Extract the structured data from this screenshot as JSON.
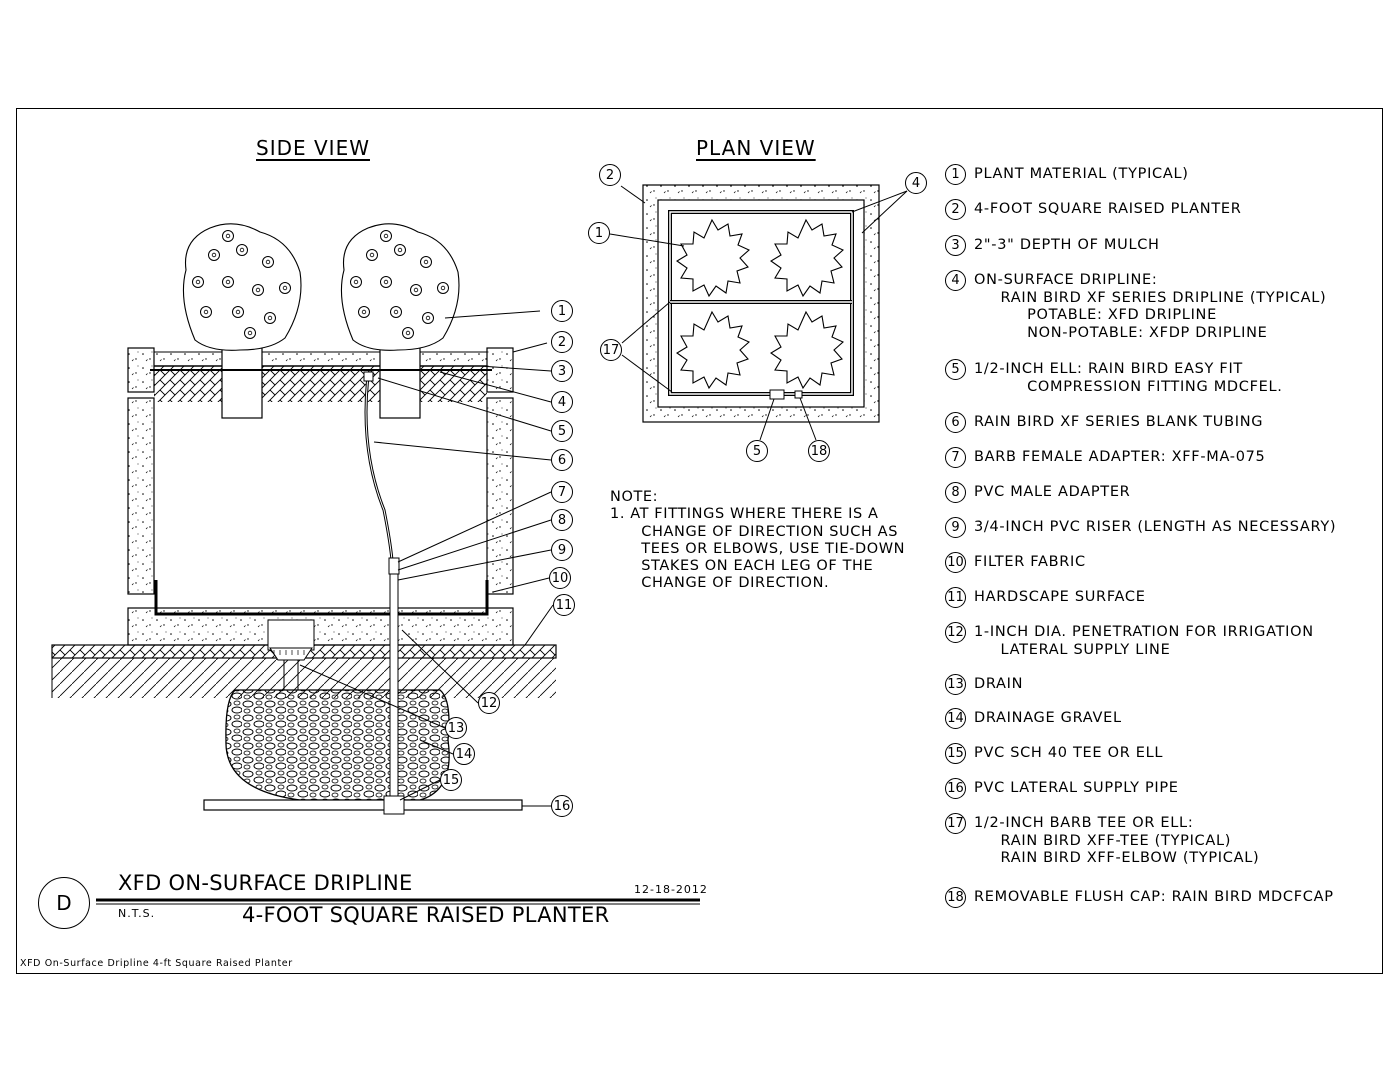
{
  "views": {
    "side_title": "SIDE VIEW",
    "plan_title": "PLAN VIEW"
  },
  "note": {
    "heading": "NOTE:",
    "text": "1. AT FITTINGS WHERE THERE IS A\n      CHANGE OF DIRECTION SUCH AS\n      TEES OR ELBOWS, USE TIE-DOWN\n      STAKES ON EACH LEG OF THE\n      CHANGE OF DIRECTION."
  },
  "legend": [
    {
      "num": "1",
      "text": "PLANT MATERIAL (TYPICAL)"
    },
    {
      "num": "2",
      "text": "4-FOOT SQUARE RAISED PLANTER"
    },
    {
      "num": "3",
      "text": "2\"-3\" DEPTH OF MULCH"
    },
    {
      "num": "4",
      "text": "ON-SURFACE DRIPLINE:\n     RAIN BIRD XF SERIES DRIPLINE (TYPICAL)\n          POTABLE: XFD DRIPLINE\n          NON-POTABLE: XFDP DRIPLINE"
    },
    {
      "num": "5",
      "text": "1/2-INCH ELL: RAIN BIRD EASY FIT\n          COMPRESSION FITTING MDCFEL."
    },
    {
      "num": "6",
      "text": "RAIN BIRD XF SERIES BLANK TUBING"
    },
    {
      "num": "7",
      "text": "BARB FEMALE ADAPTER: XFF-MA-075"
    },
    {
      "num": "8",
      "text": "PVC MALE ADAPTER"
    },
    {
      "num": "9",
      "text": "3/4-INCH PVC RISER (LENGTH AS NECESSARY)"
    },
    {
      "num": "10",
      "text": "FILTER FABRIC"
    },
    {
      "num": "11",
      "text": "HARDSCAPE SURFACE"
    },
    {
      "num": "12",
      "text": "1-INCH DIA. PENETRATION FOR IRRIGATION\n     LATERAL SUPPLY LINE"
    },
    {
      "num": "13",
      "text": "DRAIN"
    },
    {
      "num": "14",
      "text": "DRAINAGE GRAVEL"
    },
    {
      "num": "15",
      "text": "PVC SCH 40 TEE OR ELL"
    },
    {
      "num": "16",
      "text": "PVC LATERAL SUPPLY PIPE"
    },
    {
      "num": "17",
      "text": "1/2-INCH BARB TEE OR ELL:\n     RAIN BIRD XFF-TEE (TYPICAL)\n     RAIN BIRD XFF-ELBOW (TYPICAL)"
    },
    {
      "num": "18",
      "text": "REMOVABLE FLUSH CAP: RAIN BIRD MDCFCAP"
    }
  ],
  "callouts": {
    "c1": "1",
    "c2": "2",
    "c3": "3",
    "c4": "4",
    "c5": "5",
    "c6": "6",
    "c7": "7",
    "c8": "8",
    "c9": "9",
    "c10": "10",
    "c11": "11",
    "c12": "12",
    "c13": "13",
    "c14": "14",
    "c15": "15",
    "c16": "16",
    "p1": "1",
    "p2": "2",
    "p4": "4",
    "p5": "5",
    "p17": "17",
    "p18": "18"
  },
  "title_block": {
    "letter": "D",
    "title_line1": "XFD ON-SURFACE DRIPLINE",
    "title_line2": "4-FOOT SQUARE RAISED PLANTER",
    "scale": "N.T.S.",
    "date": "12-18-2012"
  },
  "file_name": "XFD On-Surface Dripline 4-ft Square Raised Planter"
}
